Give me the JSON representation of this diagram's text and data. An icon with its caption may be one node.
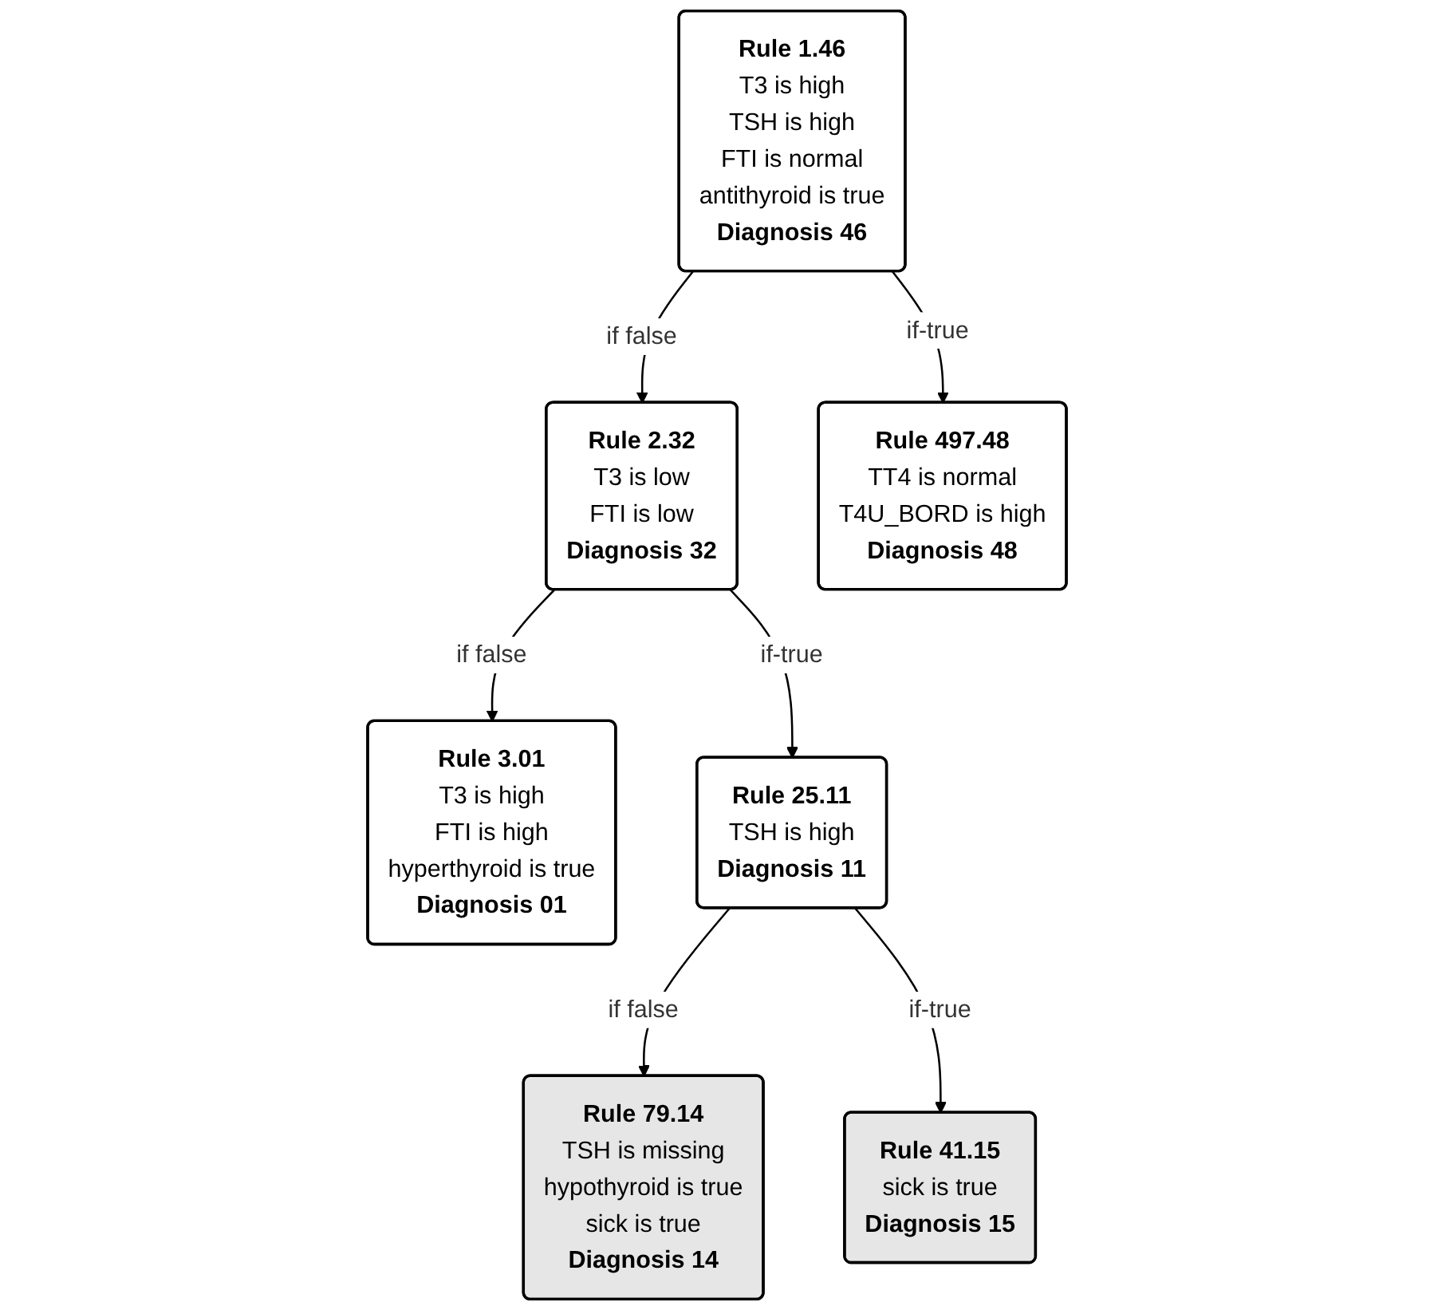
{
  "diagram": {
    "nodes": [
      {
        "text": [
          "Rule 1.46",
          "T3 is high",
          "TSH is high",
          "FTI is normal",
          "antithyroid is true",
          "Diagnosis 46"
        ]
      },
      {
        "text": [
          "Rule 2.32",
          "T3 is low",
          "FTI is low",
          "Diagnosis 32"
        ]
      },
      {
        "text": [
          "Rule 3.01",
          "T3 is high",
          "FTI is high",
          "hyperthyroid is true",
          "Diagnosis 01"
        ]
      },
      {
        "text": [
          "Rule 497.48",
          "TT4 is normal",
          "T4U_BORD is high",
          "Diagnosis 48"
        ]
      },
      {
        "text": [
          "Rule 25.11",
          "TSH is high",
          "Diagnosis 11"
        ]
      },
      {
        "text": [
          "Rule 79.14",
          "TSH is missing",
          "hypothyroid is true",
          "sick is true",
          "Diagnosis 14"
        ]
      },
      {
        "text": [
          "Rule 41.15",
          "sick is true",
          "Diagnosis 15"
        ]
      }
    ],
    "edges": [
      {
        "from": 0,
        "to": 1,
        "arrow": "to",
        "label": "if false"
      },
      {
        "from": 1,
        "to": 2,
        "arrow": "to",
        "label": "if false"
      },
      {
        "from": 0,
        "to": 3,
        "arrow": "to",
        "label": "if-true"
      },
      {
        "from": 1,
        "to": 4,
        "arrow": "to",
        "label": "if-true"
      },
      {
        "from": 4,
        "to": 5,
        "arrow": "to",
        "label": "if false"
      },
      {
        "from": 4,
        "to": 6,
        "arrow": "to",
        "label": "if-true"
      }
    ]
  }
}
